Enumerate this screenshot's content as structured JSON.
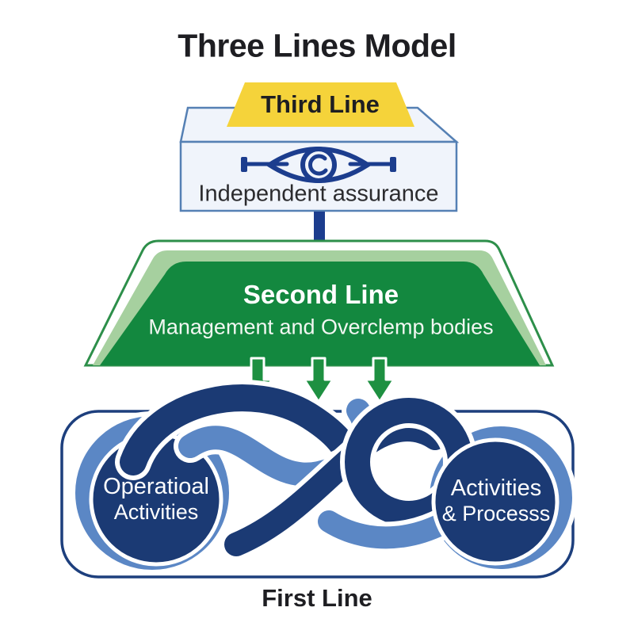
{
  "title": "Three Lines Model",
  "third_line": {
    "label": "Third Line",
    "description": "Independent assurance",
    "icon": "eye-scope-icon"
  },
  "second_line": {
    "label": "Second Line",
    "description": "Management and Overclemp bodies"
  },
  "first_line": {
    "label": "First Line",
    "left_bubble": {
      "line1": "Operatioal",
      "line2": "Activities"
    },
    "right_bubble": {
      "line1": "Activities",
      "line2": "& Processs"
    }
  },
  "colors": {
    "yellow": "#F5D33A",
    "navy": "#1B3A74",
    "medium_blue": "#5B87C5",
    "dark_green": "#13883F",
    "light_green": "#A6D09F",
    "green_outline": "#2D8F4A",
    "green_arrow": "#1E9041",
    "arrow_blue": "#1C3D8E",
    "box_fill": "#F0F4FB",
    "box_border": "#5580B4",
    "container_border": "#1D3F7D",
    "text_dark": "#1E1E22"
  }
}
